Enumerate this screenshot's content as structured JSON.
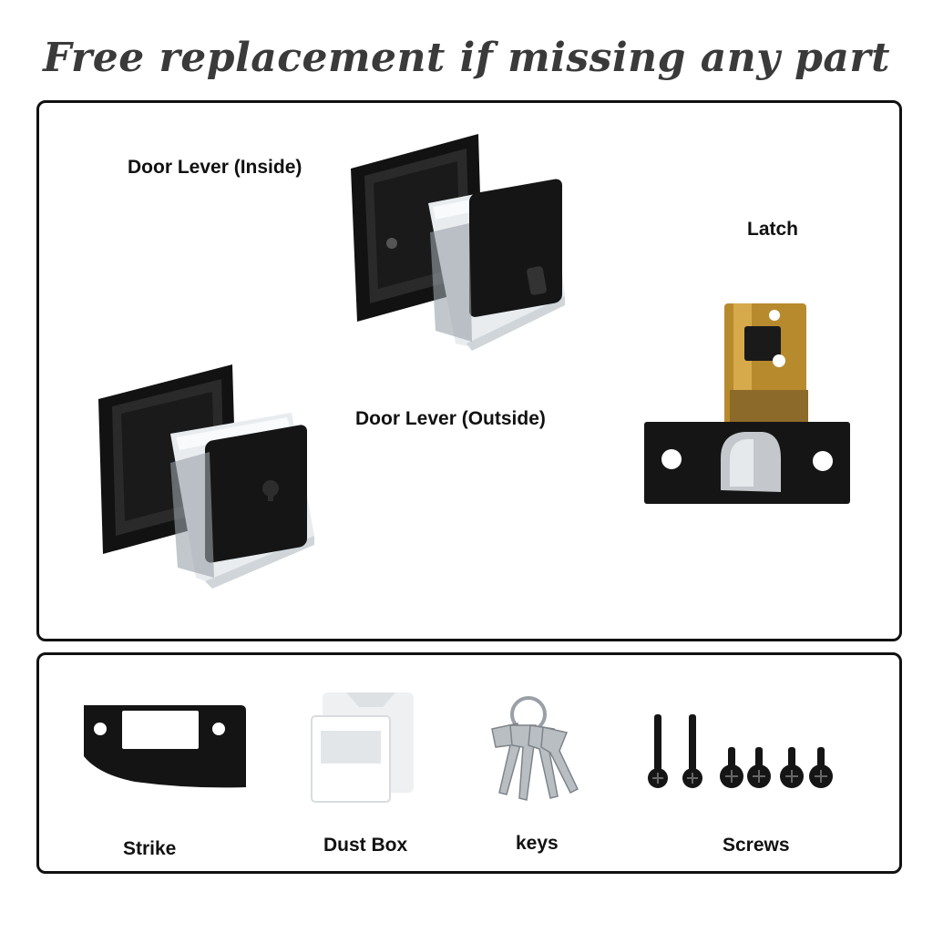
{
  "heading": "Free replacement if missing any part",
  "main_parts": {
    "inside_lever": "Door Lever (Inside)",
    "latch": "Latch",
    "outside_lever": "Door Lever (Outside)"
  },
  "accessories": {
    "strike": "Strike",
    "dust_box": "Dust Box",
    "keys": "keys",
    "screws": "Screws"
  }
}
